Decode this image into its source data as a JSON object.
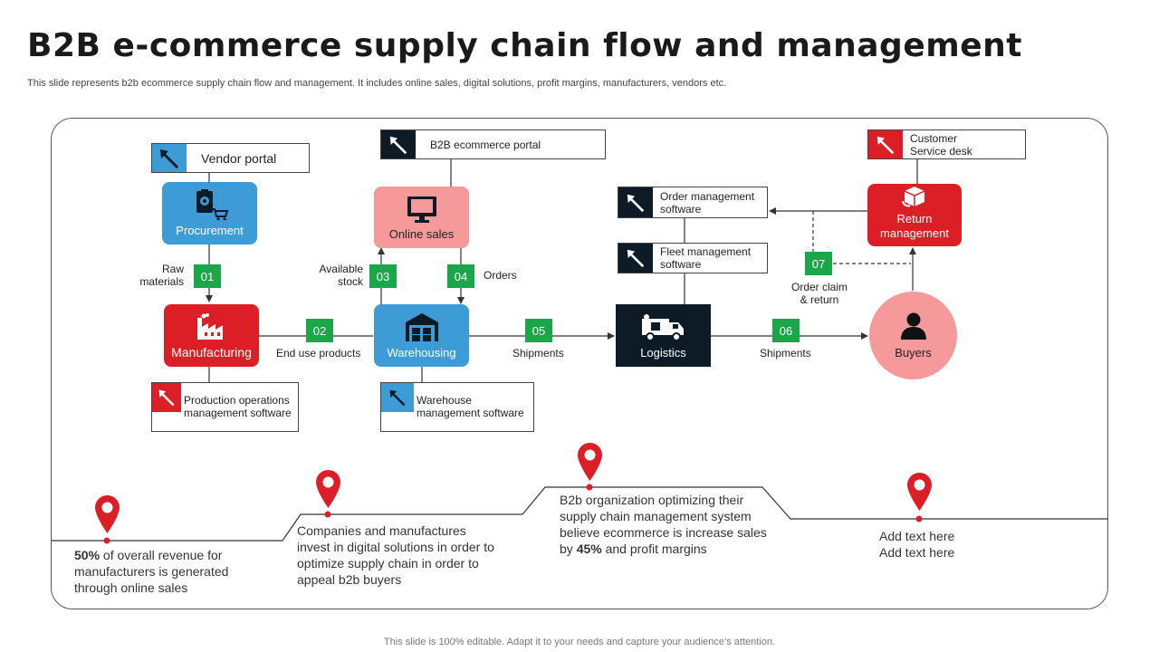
{
  "title": "B2B e-commerce supply chain flow and management",
  "subtitle": "This slide represents b2b ecommerce supply chain flow and management. It includes online sales, digital solutions, profit margins, manufacturers, vendors etc.",
  "footer": "This slide is 100% editable. Adapt it to your needs and capture your audience’s attention.",
  "colors": {
    "red": "#dc1f26",
    "blue": "#3d9bd6",
    "pink": "#f6999b",
    "green": "#1ba64a",
    "dark": "#0d1b27"
  },
  "nodes": {
    "procurement": "Procurement",
    "manufacturing": "Manufacturing",
    "online_sales": "Online sales",
    "warehousing": "Warehousing",
    "logistics": "Logistics",
    "return_management": [
      "Return",
      "management"
    ],
    "buyers": "Buyers"
  },
  "tools": {
    "vendor_portal": "Vendor portal",
    "b2b_portal": "B2B ecommerce portal",
    "order_mgmt": [
      "Order management",
      "software"
    ],
    "fleet_mgmt": [
      "Fleet management",
      "software"
    ],
    "customer_service": [
      "Customer",
      "Service desk"
    ],
    "production_ops": [
      "Production operations",
      "management software"
    ],
    "warehouse_mgmt": [
      "Warehouse",
      "management software"
    ]
  },
  "steps": [
    {
      "num": "01",
      "label": [
        "Raw",
        "materials"
      ]
    },
    {
      "num": "02",
      "label": [
        "End use products"
      ]
    },
    {
      "num": "03",
      "label": [
        "Available",
        "stock"
      ]
    },
    {
      "num": "04",
      "label": [
        "Orders"
      ]
    },
    {
      "num": "05",
      "label": [
        "Shipments"
      ]
    },
    {
      "num": "06",
      "label": [
        "Shipments"
      ]
    },
    {
      "num": "07",
      "label": [
        "Order claim",
        "& return"
      ]
    }
  ],
  "facts": [
    {
      "bold": "50%",
      "text_after": " of overall revenue for manufacturers is generated through online sales"
    },
    {
      "text": "Companies and manufactures invest in digital solutions in order to optimize supply chain in order to appeal b2b buyers"
    },
    {
      "text_before": "B2b organization optimizing their supply chain management system believe ecommerce is increase sales by ",
      "bold": "45%",
      "text_after": " and profit margins"
    },
    {
      "lines": [
        "Add text here",
        "Add text here"
      ]
    }
  ],
  "icons": [
    "clipboard-gear-cart-icon",
    "factory-icon",
    "monitor-icon",
    "warehouse-icon",
    "delivery-truck-icon",
    "box-return-icon",
    "person-icon",
    "pointer-arrow-icon",
    "map-pin-icon"
  ]
}
